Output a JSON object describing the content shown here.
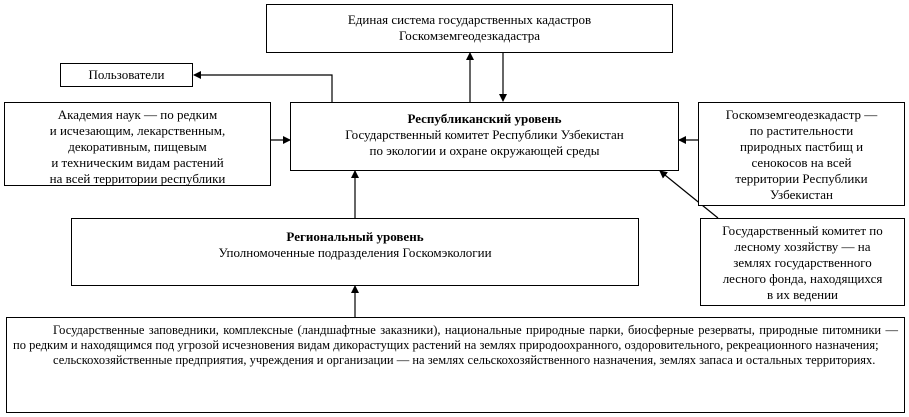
{
  "cadastre": {
    "line1": "Единая система государственных кадастров",
    "line2": "Госкомземгеодезкадастра"
  },
  "users": {
    "label": "Пользователи"
  },
  "academy": {
    "lines": [
      "Академия наук — по редким",
      "и исчезающим, лекарственным,",
      "декоративным, пищевым",
      "и техническим видам растений",
      "на всей территории республики"
    ]
  },
  "republican": {
    "title": "Республиканский уровень",
    "line1": "Государственный комитет Республики Узбекистан",
    "line2": "по экологии и охране окружающей среды"
  },
  "goskomzem": {
    "lines": [
      "Госкомземгеодезкадастр —",
      "по  растительности",
      "природных пастбищ и",
      "сенокосов на всей",
      "территории Республики",
      "Узбекистан"
    ]
  },
  "regional": {
    "title": "Региональный уровень",
    "line1": "Уполномоченные подразделения Госкомэкологии"
  },
  "forestry": {
    "lines": [
      "Государственный комитет по",
      "лесному хозяйству — на",
      "землях государственного",
      "лесного фонда, находящихся",
      "в их ведении"
    ]
  },
  "bottom": {
    "para1": "Государственные заповедники, комплексные (ландшафтные заказники), национальные природные парки, биосферные резерваты, природные питомники — по редким и находящимся под угрозой исчезновения видам дикорастущих растений на землях природоохранного, оздоровительного, рекреационного назначения;",
    "para2": "сельскохозяйственные предприятия, учреждения и организации — на землях сельскохозяйственного назначения, землях запаса и остальных территориях."
  }
}
